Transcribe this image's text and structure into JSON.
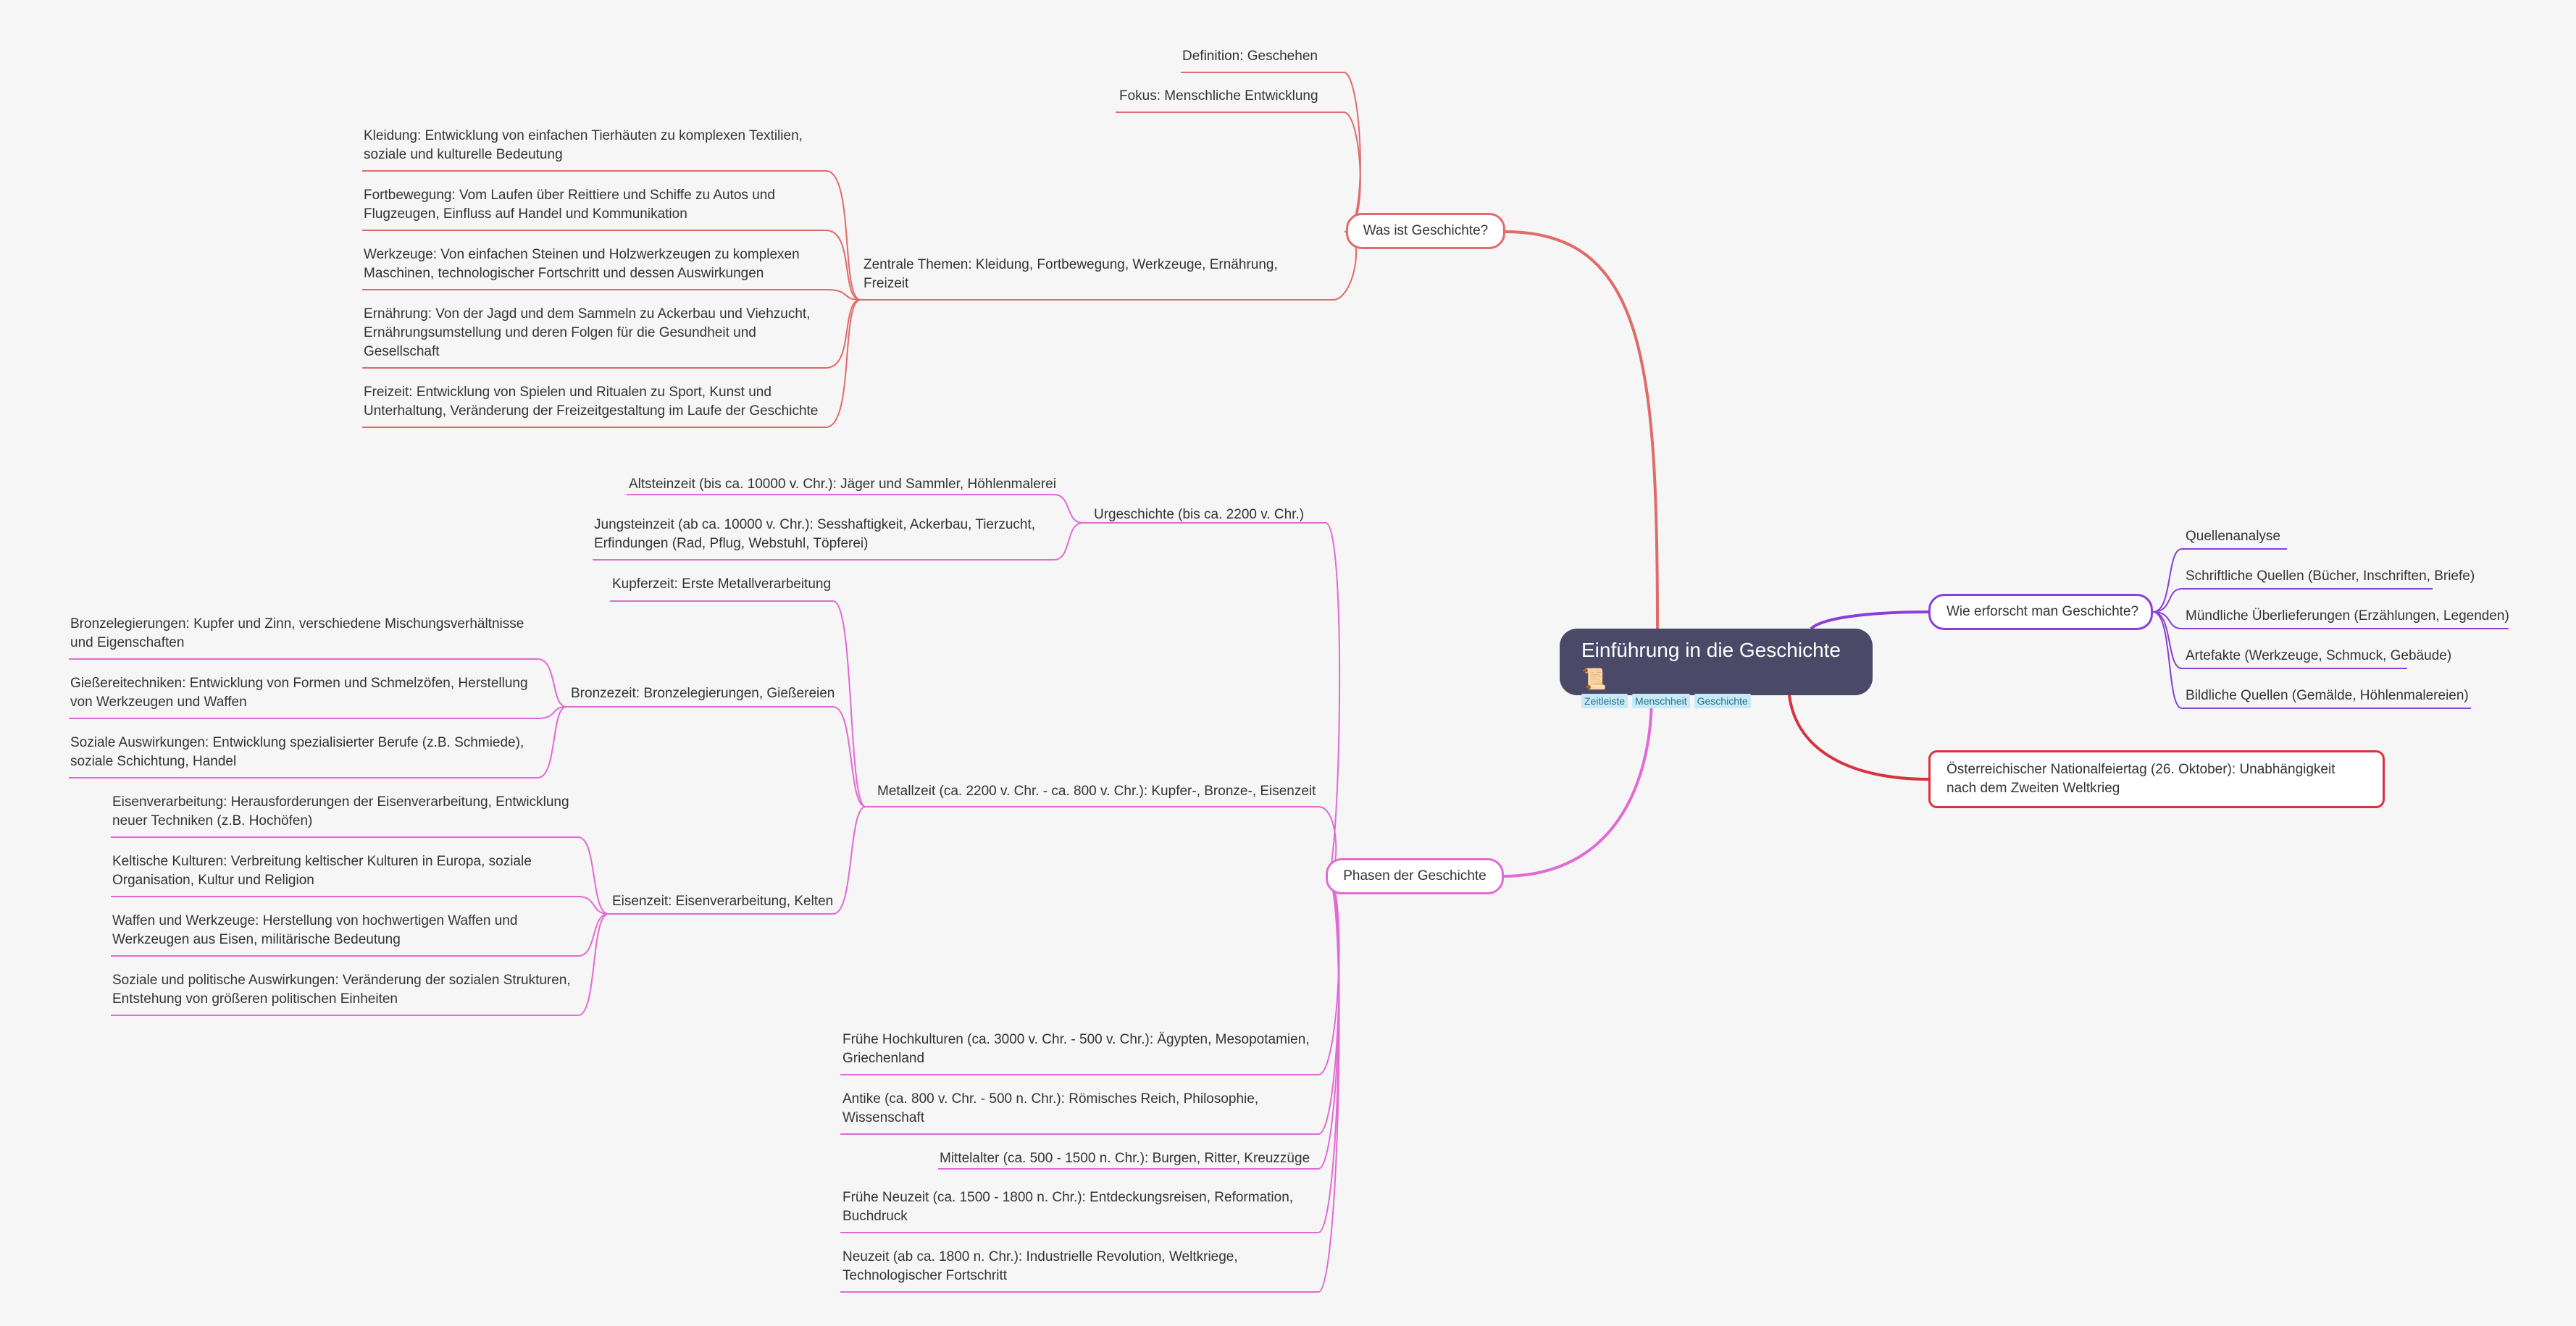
{
  "root": {
    "title": "Einführung in die Geschichte 📜",
    "tags": [
      "Zeitleiste",
      "Menschheit",
      "Geschichte"
    ]
  },
  "colors": {
    "background": "#f6f6f6",
    "root": "#4a4a68",
    "branch_red": "#e06b6b",
    "branch_pink": "#e26ad4",
    "branch_purple": "#8a3fd6",
    "branch_crimson": "#d6333f"
  },
  "branches": {
    "was_ist": {
      "label": "Was ist Geschichte?",
      "definition": "Definition: Geschehen",
      "fokus": "Fokus: Menschliche Entwicklung",
      "themen": "Zentrale Themen: Kleidung, Fortbewegung, Werkzeuge, Ernährung, Freizeit",
      "kleidung": "Kleidung: Entwicklung von einfachen Tierhäuten zu komplexen Textilien, soziale und kulturelle Bedeutung",
      "fortbewegung": "Fortbewegung: Vom Laufen über Reittiere und Schiffe zu Autos und Flugzeugen, Einfluss auf Handel und Kommunikation",
      "werkzeuge": "Werkzeuge: Von einfachen Steinen und Holzwerkzeugen zu komplexen Maschinen, technologischer Fortschritt und dessen Auswirkungen",
      "ernaehrung": "Ernährung: Von der Jagd und dem Sammeln zu Ackerbau und Viehzucht, Ernährungsumstellung und deren Folgen für die Gesundheit und Gesellschaft",
      "freizeit": "Freizeit: Entwicklung von Spielen und Ritualen zu Sport, Kunst und Unterhaltung, Veränderung der Freizeitgestaltung im Laufe der Geschichte"
    },
    "phasen": {
      "label": "Phasen der Geschichte",
      "urgeschichte": "Urgeschichte (bis ca. 2200 v. Chr.)",
      "altsteinzeit": "Altsteinzeit (bis ca. 10000 v. Chr.): Jäger und Sammler, Höhlenmalerei",
      "jungsteinzeit": "Jungsteinzeit (ab ca. 10000 v. Chr.): Sesshaftigkeit, Ackerbau, Tierzucht, Erfindungen (Rad, Pflug, Webstuhl, Töpferei)",
      "metallzeit": "Metallzeit (ca. 2200 v. Chr. - ca. 800 v. Chr.): Kupfer-, Bronze-, Eisenzeit",
      "kupferzeit": "Kupferzeit: Erste Metallverarbeitung",
      "bronzezeit": "Bronzezeit: Bronzelegierungen, Gießereien",
      "bronzelegierungen": "Bronzelegierungen: Kupfer und Zinn, verschiedene Mischungsverhältnisse und Eigenschaften",
      "giessereitechniken": "Gießereitechniken: Entwicklung von Formen und Schmelzöfen, Herstellung von Werkzeugen und Waffen",
      "soziale_bronze": "Soziale Auswirkungen: Entwicklung spezialisierter Berufe (z.B. Schmiede), soziale Schichtung, Handel",
      "eisenzeit": "Eisenzeit: Eisenverarbeitung, Kelten",
      "eisenverarbeitung": "Eisenverarbeitung: Herausforderungen der Eisenverarbeitung, Entwicklung neuer Techniken (z.B. Hochöfen)",
      "keltische": "Keltische Kulturen: Verbreitung keltischer Kulturen in Europa, soziale Organisation, Kultur und Religion",
      "waffen": "Waffen und Werkzeuge: Herstellung von hochwertigen Waffen und Werkzeugen aus Eisen, militärische Bedeutung",
      "soziale_eisen": "Soziale und politische Auswirkungen: Veränderung der sozialen Strukturen, Entstehung von größeren politischen Einheiten",
      "hochkulturen": "Frühe Hochkulturen (ca. 3000 v. Chr. - 500 v. Chr.): Ägypten, Mesopotamien, Griechenland",
      "antike": "Antike (ca. 800 v. Chr. - 500 n. Chr.): Römisches Reich, Philosophie, Wissenschaft",
      "mittelalter": "Mittelalter (ca. 500 - 1500 n. Chr.): Burgen, Ritter, Kreuzzüge",
      "fruehe_neuzeit": "Frühe Neuzeit (ca. 1500 - 1800 n. Chr.): Entdeckungsreisen, Reformation, Buchdruck",
      "neuzeit": "Neuzeit (ab ca. 1800 n. Chr.): Industrielle Revolution, Weltkriege, Technologischer Fortschritt"
    },
    "erforscht": {
      "label": "Wie erforscht man Geschichte?",
      "quellenanalyse": "Quellenanalyse",
      "schriftliche": "Schriftliche Quellen (Bücher, Inschriften, Briefe)",
      "muendliche": "Mündliche Überlieferungen (Erzählungen, Legenden)",
      "artefakte": "Artefakte (Werkzeuge, Schmuck, Gebäude)",
      "bildliche": "Bildliche Quellen (Gemälde, Höhlenmalereien)"
    },
    "nationalfeiertag": {
      "label": "Österreichischer Nationalfeiertag (26. Oktober): Unabhängigkeit nach dem Zweiten Weltkrieg"
    }
  }
}
